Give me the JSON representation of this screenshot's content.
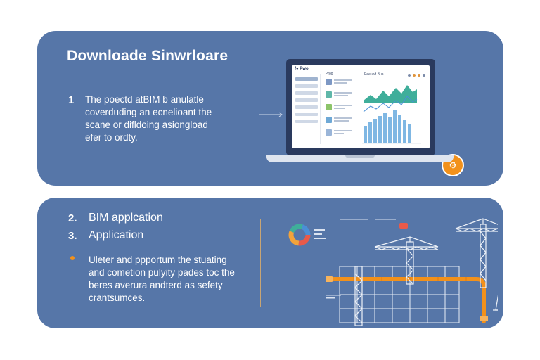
{
  "card1": {
    "title": "Downloade Sinwrloare",
    "step": {
      "number": "1",
      "lines": [
        "The poectd atBIM b anulatle",
        "coverduding an ecnelioant the",
        "scane or difldoing asiongload",
        "efer to ordty."
      ]
    },
    "screen": {
      "brand": "f● Pwo",
      "panel_left_label": "Prod",
      "panel_right_label": "Peeuod Bua"
    }
  },
  "card2": {
    "steps": [
      {
        "number": "2.",
        "label": "BIM applcation"
      },
      {
        "number": "3.",
        "label": "Application"
      }
    ],
    "bullet_lines": [
      "Uleter and ppportum the stuating",
      "and cometion pulyity pades toc the",
      "beres averura andterd as sefety",
      "crantsumces."
    ]
  },
  "colors": {
    "card_bg": "#5676a8",
    "accent": "#f2911b",
    "text": "#ffffff"
  },
  "icons": [
    "arrow-right-icon",
    "laptop-icon",
    "settings-badge-icon",
    "donut-chart-icon",
    "crane-icon",
    "pipeline-icon"
  ]
}
